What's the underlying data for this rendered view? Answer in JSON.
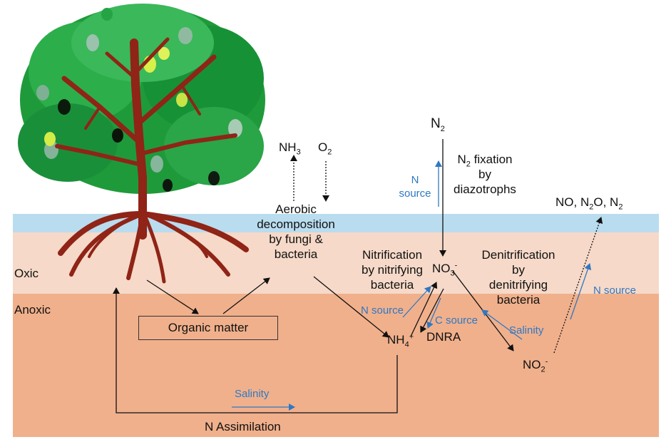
{
  "zones": {
    "oxic": "Oxic",
    "anoxic": "Anoxic"
  },
  "colors": {
    "water": "#b9dcef",
    "oxic": "#f6d9c8",
    "anoxic": "#f0b08c",
    "accent": "#2f78c2",
    "trunk": "#8f2417"
  },
  "labels": {
    "aerobic": [
      "Aerobic",
      "decomposition",
      "by fungi &",
      "bacteria"
    ],
    "nitrification": [
      "Nitrification",
      "by nitrifying",
      "bacteria"
    ],
    "n2_fixation": [
      "fixation",
      "by",
      "diazotrophs"
    ],
    "denitrification": [
      "Denitrification",
      "by",
      "denitrifying",
      "bacteria"
    ],
    "dnra": "DNRA",
    "organic_matter": "Organic matter",
    "n_assimilation": "N Assimilation"
  },
  "chemicals": {
    "nh3": {
      "base": "NH",
      "sub": "3"
    },
    "o2": {
      "base": "O",
      "sub": "2"
    },
    "n2": {
      "base": "N",
      "sub": "2"
    },
    "n2_prefix": {
      "base": "N",
      "sub": "2"
    },
    "no3": {
      "base": "NO",
      "sub": "3",
      "sup": "-"
    },
    "nh4": {
      "base": "NH",
      "sub": "4",
      "sup": "+"
    },
    "no2": {
      "base": "NO",
      "sub": "2",
      "sup": "-"
    },
    "gases": {
      "a": "NO, N",
      "sub": "2",
      "b": "O, N",
      "sub2": "2"
    }
  },
  "factors": {
    "n_source_fix": [
      "N",
      "source"
    ],
    "n_source_nit": "N source",
    "c_source": "C source",
    "salinity_denit": "Salinity",
    "n_source_denit": "N source",
    "salinity_assim": "Salinity"
  }
}
